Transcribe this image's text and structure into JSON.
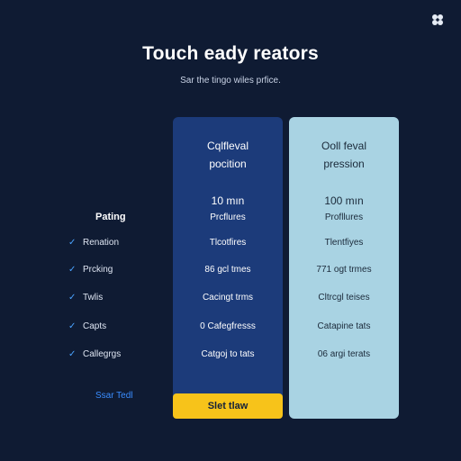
{
  "page": {
    "title": "Touch eady reators",
    "subtitle": "Sar the tingo wiles prfice."
  },
  "features": {
    "heading": "Pating",
    "rows": [
      "Renation",
      "Prcking",
      "Twlis",
      "Capts",
      "Callegrgs"
    ],
    "link_label": "Ssar Tedl"
  },
  "plans": [
    {
      "name_line1": "Cqlfleval",
      "name_line2": "pocition",
      "duration": "10 mın",
      "cells": [
        "Prcflures",
        "Tlcotfires",
        "86 gcl tmes",
        "Cacingt trms",
        "0 Cafegfresss",
        "Catgoj to tats"
      ]
    },
    {
      "name_line1": "Ooll feval",
      "name_line2": "pression",
      "duration": "100 mın",
      "cells": [
        "Profllures",
        "Tlentfiyes",
        "771 ogt trmes",
        "Cltrcgl teises",
        "Catapine tats",
        "06 argi terats"
      ]
    }
  ],
  "cta": {
    "label": "Slet tlaw"
  },
  "colors": {
    "background": "#0f1b33",
    "plan_left": "#1c3b7a",
    "plan_right": "#a9d3e3",
    "cta": "#f7c31a",
    "link": "#3a8dff"
  },
  "icons": {
    "corner": "clover-icon",
    "row_marker": "check-icon"
  }
}
